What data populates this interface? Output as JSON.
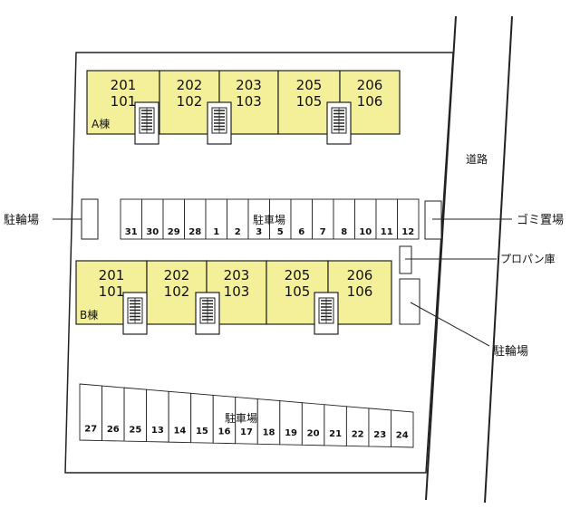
{
  "building_a": {
    "label": "A棟",
    "units": [
      {
        "upper": "201",
        "lower": "101"
      },
      {
        "upper": "202",
        "lower": "102"
      },
      {
        "upper": "203",
        "lower": "103"
      },
      {
        "upper": "205",
        "lower": "105"
      },
      {
        "upper": "206",
        "lower": "106"
      }
    ]
  },
  "building_b": {
    "label": "B棟",
    "units": [
      {
        "upper": "201",
        "lower": "101"
      },
      {
        "upper": "202",
        "lower": "102"
      },
      {
        "upper": "203",
        "lower": "103"
      },
      {
        "upper": "205",
        "lower": "105"
      },
      {
        "upper": "206",
        "lower": "106"
      }
    ]
  },
  "parking_label_middle": "駐車場",
  "parking_label_bottom": "駐車場",
  "parking_middle": [
    "31",
    "30",
    "29",
    "28",
    "1",
    "2",
    "3",
    "5",
    "6",
    "7",
    "8",
    "10",
    "11",
    "12"
  ],
  "parking_bottom": [
    "27",
    "26",
    "25",
    "13",
    "14",
    "15",
    "16",
    "17",
    "18",
    "19",
    "20",
    "21",
    "22",
    "23",
    "24"
  ],
  "labels": {
    "bicycle_left": "駐輪場",
    "road": "道路",
    "garbage": "ゴミ置場",
    "propane": "プロパン庫",
    "bicycle_right": "駐輪場"
  },
  "colors": {
    "building_fill": "#f4f09a",
    "line": "#222222"
  }
}
